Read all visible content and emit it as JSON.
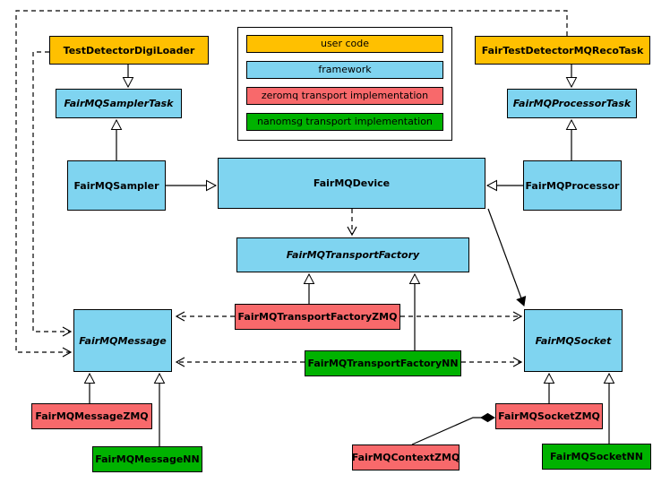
{
  "palette": {
    "user_code": "#FFC000",
    "framework": "#7FD4F0",
    "zeromq": "#F8696B",
    "nanomsg": "#00B200",
    "edge": "#000000",
    "background": "#FFFFFF"
  },
  "legend": {
    "items": [
      {
        "label": "user code",
        "color": "#FFC000"
      },
      {
        "label": "framework",
        "color": "#7FD4F0"
      },
      {
        "label": "zeromq transport implementation",
        "color": "#F8696B"
      },
      {
        "label": "nanomsg transport implementation",
        "color": "#00B200"
      }
    ]
  },
  "nodes": {
    "testdetectordigiloader": {
      "label": "TestDetectorDigiLoader",
      "category": "user code",
      "abstract": false
    },
    "fairtestdetectormqrecotask": {
      "label": "FairTestDetectorMQRecoTask",
      "category": "user code",
      "abstract": false
    },
    "fairmqsamplertask": {
      "label": "FairMQSamplerTask",
      "category": "framework",
      "abstract": true
    },
    "fairmqprocessortask": {
      "label": "FairMQProcessorTask",
      "category": "framework",
      "abstract": true
    },
    "fairmqsampler": {
      "label": "FairMQSampler",
      "category": "framework",
      "abstract": false
    },
    "fairmqdevice": {
      "label": "FairMQDevice",
      "category": "framework",
      "abstract": false
    },
    "fairmqprocessor": {
      "label": "FairMQProcessor",
      "category": "framework",
      "abstract": false
    },
    "fairmqtransportfactory": {
      "label": "FairMQTransportFactory",
      "category": "framework",
      "abstract": true
    },
    "fairmqmessage": {
      "label": "FairMQMessage",
      "category": "framework",
      "abstract": true
    },
    "fairmqsocket": {
      "label": "FairMQSocket",
      "category": "framework",
      "abstract": true
    },
    "fairmqtransportfactoryzmq": {
      "label": "FairMQTransportFactoryZMQ",
      "category": "zeromq transport implementation",
      "abstract": false
    },
    "fairmqtransportfactorynn": {
      "label": "FairMQTransportFactoryNN",
      "category": "nanomsg transport implementation",
      "abstract": false
    },
    "fairmqmessagezmq": {
      "label": "FairMQMessageZMQ",
      "category": "zeromq transport implementation",
      "abstract": false
    },
    "fairmqmessagenn": {
      "label": "FairMQMessageNN",
      "category": "nanomsg transport implementation",
      "abstract": false
    },
    "fairmqsocketzmq": {
      "label": "FairMQSocketZMQ",
      "category": "zeromq transport implementation",
      "abstract": false
    },
    "fairmqcontextzmq": {
      "label": "FairMQContextZMQ",
      "category": "zeromq transport implementation",
      "abstract": false
    },
    "fairmqsocketnn": {
      "label": "FairMQSocketNN",
      "category": "nanomsg transport implementation",
      "abstract": false
    }
  },
  "relations": [
    {
      "from": "TestDetectorDigiLoader",
      "to": "FairMQSamplerTask",
      "type": "inheritance"
    },
    {
      "from": "FairTestDetectorMQRecoTask",
      "to": "FairMQProcessorTask",
      "type": "inheritance"
    },
    {
      "from": "FairMQSampler",
      "to": "FairMQSamplerTask",
      "type": "inheritance"
    },
    {
      "from": "FairMQProcessor",
      "to": "FairMQProcessorTask",
      "type": "inheritance"
    },
    {
      "from": "FairMQSampler",
      "to": "FairMQDevice",
      "type": "inheritance"
    },
    {
      "from": "FairMQProcessor",
      "to": "FairMQDevice",
      "type": "inheritance"
    },
    {
      "from": "FairMQDevice",
      "to": "FairMQTransportFactory",
      "type": "dependency"
    },
    {
      "from": "FairMQTransportFactoryZMQ",
      "to": "FairMQTransportFactory",
      "type": "inheritance"
    },
    {
      "from": "FairMQTransportFactoryNN",
      "to": "FairMQTransportFactory",
      "type": "inheritance"
    },
    {
      "from": "FairMQDevice",
      "to": "FairMQSocket",
      "type": "association"
    },
    {
      "from": "FairMQTransportFactoryZMQ",
      "to": "FairMQMessage",
      "type": "dependency"
    },
    {
      "from": "FairMQTransportFactoryZMQ",
      "to": "FairMQSocket",
      "type": "dependency"
    },
    {
      "from": "FairMQTransportFactoryNN",
      "to": "FairMQMessage",
      "type": "dependency"
    },
    {
      "from": "FairMQTransportFactoryNN",
      "to": "FairMQSocket",
      "type": "dependency"
    },
    {
      "from": "FairMQMessageZMQ",
      "to": "FairMQMessage",
      "type": "inheritance"
    },
    {
      "from": "FairMQMessageNN",
      "to": "FairMQMessage",
      "type": "inheritance"
    },
    {
      "from": "FairMQSocketZMQ",
      "to": "FairMQSocket",
      "type": "inheritance"
    },
    {
      "from": "FairMQSocketNN",
      "to": "FairMQSocket",
      "type": "inheritance"
    },
    {
      "from": "FairMQContextZMQ",
      "to": "FairMQSocketZMQ",
      "type": "composition"
    },
    {
      "from": "TestDetectorDigiLoader",
      "to": "FairMQMessage",
      "type": "dependency"
    },
    {
      "from": "FairTestDetectorMQRecoTask",
      "to": "FairMQMessage",
      "type": "dependency"
    }
  ]
}
